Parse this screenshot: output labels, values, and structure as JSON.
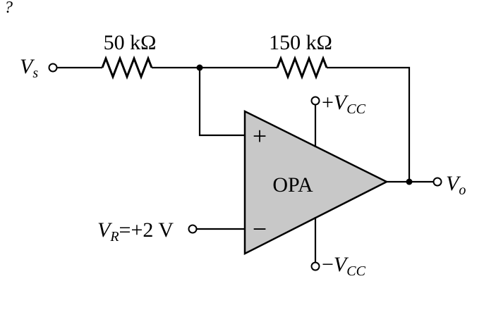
{
  "corner_mark": "?",
  "resistors": {
    "r1_label": "50 kΩ",
    "r2_label": "150 kΩ"
  },
  "terminals": {
    "vs_main": "V",
    "vs_sub": "s",
    "vo_main": "V",
    "vo_sub": "o",
    "vr_main": "V",
    "vr_sub": "R",
    "vr_value": "=+2 V",
    "pos_supply_sign": "+",
    "neg_supply_sign": "−",
    "supply_main": "V",
    "supply_sub": "CC"
  },
  "opamp": {
    "label": "OPA",
    "noninverting_symbol": "+",
    "inverting_symbol": "−"
  },
  "colors": {
    "amplifier_fill": "#c8c8c8",
    "line": "#000000",
    "background": "#ffffff"
  }
}
